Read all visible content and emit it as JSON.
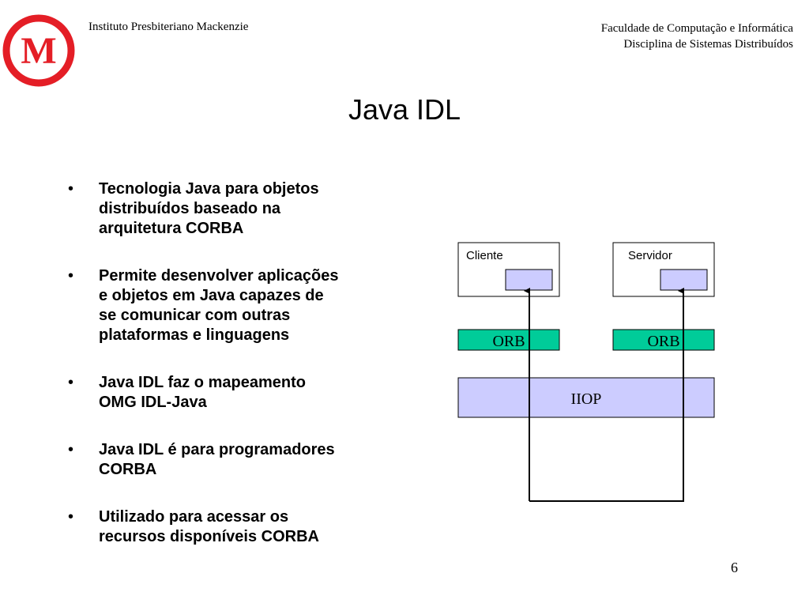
{
  "header": {
    "institution": "Instituto Presbiteriano Mackenzie",
    "faculty_line1": "Faculdade de Computação e Informática",
    "faculty_line2": "Disciplina de Sistemas Distribuídos",
    "logo_letter": "M"
  },
  "slide": {
    "title": "Java IDL",
    "bullets": [
      [
        "Tecnologia Java para objetos",
        "distribuídos baseado na",
        "arquitetura CORBA"
      ],
      [
        "Permite desenvolver aplicações",
        "e objetos em Java capazes de",
        "se comunicar com outras",
        "plataformas e linguagens"
      ],
      [
        "Java IDL faz o mapeamento",
        "OMG IDL-Java"
      ],
      [
        "Java IDL é para programadores",
        "CORBA"
      ],
      [
        "Utilizado para acessar os",
        "recursos disponíveis CORBA"
      ]
    ],
    "bullet_symbol": "•",
    "page_number": "6"
  },
  "diagram": {
    "client_label": "Cliente",
    "server_label": "Servidor",
    "orb_label": "ORB",
    "iiop_label": "IIOP",
    "colors": {
      "orb_fill": "#00cc99",
      "stub_fill": "#ccccff",
      "logo_red": "#e41e26"
    }
  }
}
